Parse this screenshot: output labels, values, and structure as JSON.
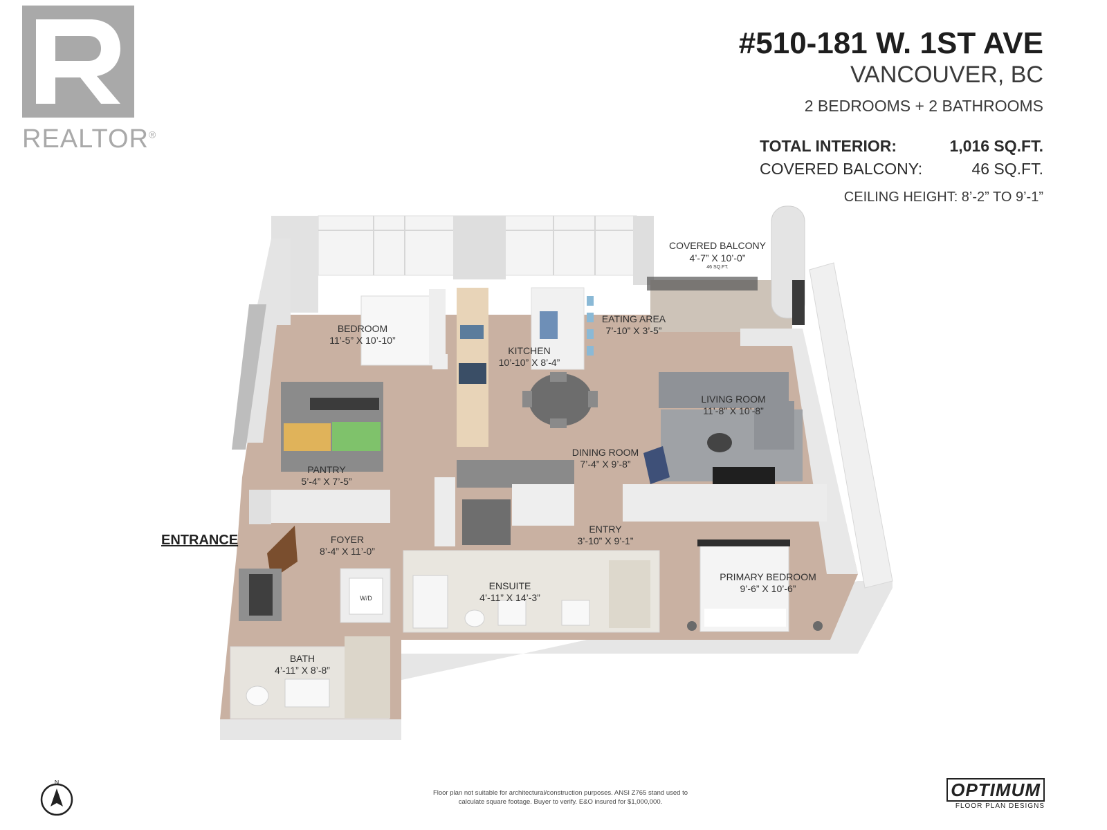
{
  "logo": {
    "word": "REALTOR",
    "reg": "®"
  },
  "header": {
    "address": "#510-181 W. 1ST AVE",
    "city": "VANCOUVER, BC",
    "beds_baths": "2 BEDROOMS + 2 BATHROOMS"
  },
  "stats": {
    "interior_label": "TOTAL INTERIOR:",
    "interior_value": "1,016 SQ.FT.",
    "balcony_label": "COVERED BALCONY:",
    "balcony_value": "46 SQ.FT.",
    "ceiling": "CEILING HEIGHT: 8’-2” TO 9’-1”"
  },
  "rooms": {
    "balcony": {
      "name": "COVERED BALCONY",
      "dim": "4’-7” X 10’-0”",
      "area": "46 SQ.FT."
    },
    "bedroom": {
      "name": "BEDROOM",
      "dim": "11’-5” X 10’-10”"
    },
    "kitchen": {
      "name": "KITCHEN",
      "dim": "10’-10” X 8’-4”"
    },
    "eating": {
      "name": "EATING AREA",
      "dim": "7’-10” X 3’-5”"
    },
    "living": {
      "name": "LIVING ROOM",
      "dim": "11’-8” X 10’-8”"
    },
    "dining": {
      "name": "DINING ROOM",
      "dim": "7’-4” X 9’-8”"
    },
    "pantry": {
      "name": "PANTRY",
      "dim": "5’-4” X 7’-5”"
    },
    "foyer": {
      "name": "FOYER",
      "dim": "8’-4” X 11’-0”"
    },
    "entry": {
      "name": "ENTRY",
      "dim": "3’-10” X 9’-1”"
    },
    "ensuite": {
      "name": "ENSUITE",
      "dim": "4’-11” X 14’-3”"
    },
    "primary": {
      "name": "PRIMARY BEDROOM",
      "dim": "9’-6” X 10’-6”"
    },
    "bath": {
      "name": "BATH",
      "dim": "4’-11” X 8’-8”"
    },
    "wd": "W/D"
  },
  "entrance": "ENTRANCE",
  "north": "N",
  "footer": {
    "disclaimer_1": "Floor plan not suitable for architectural/construction purposes. ANSI Z765 stand used to",
    "disclaimer_2": "calculate square footage. Buyer to verify.  E&O insured for $1,000,000.",
    "brand": "OPTIMUM",
    "brand_sub": "FLOOR PLAN DESIGNS"
  },
  "colors": {
    "floor": "#c9b1a2",
    "wall": "#e9e9e9",
    "wall_shade": "#bdbdbd",
    "tile": "#d8d2c6"
  }
}
